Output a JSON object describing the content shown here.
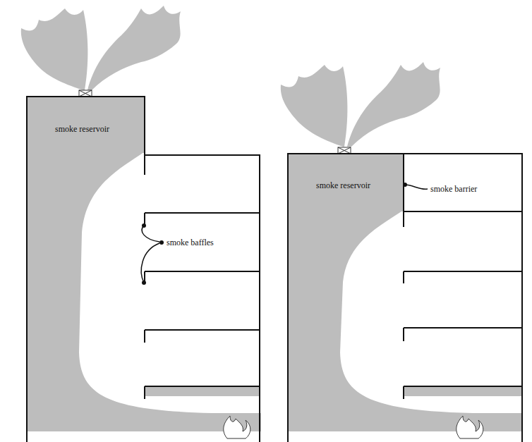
{
  "diagram": {
    "labels": [
      "smoke reservoir",
      "smoke baffles",
      "smoke reservoir",
      "smoke barrier"
    ]
  }
}
